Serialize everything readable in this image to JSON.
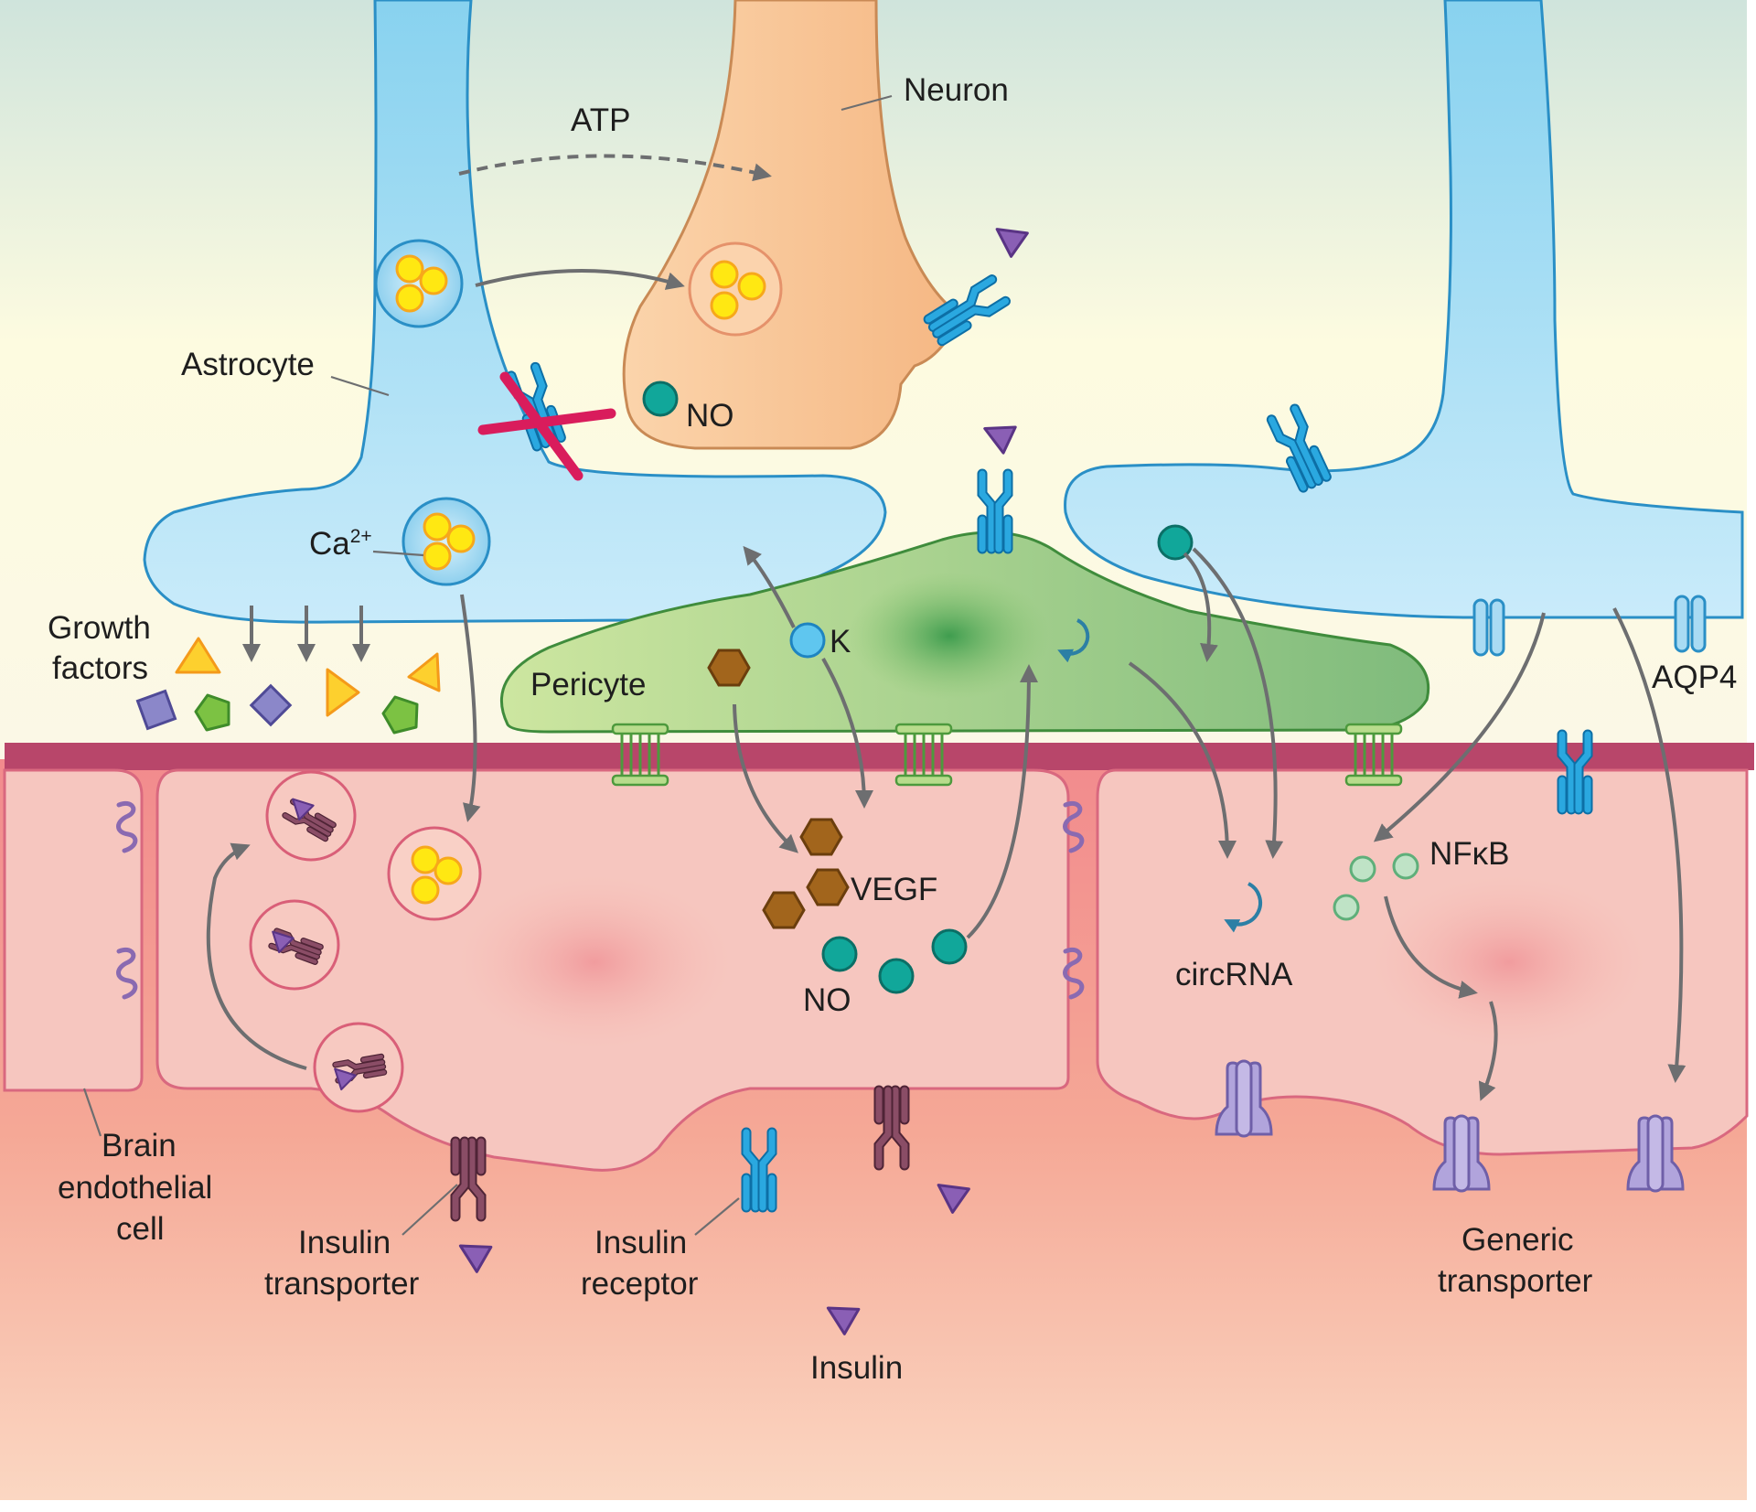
{
  "labels": {
    "neuron": "Neuron",
    "atp": "ATP",
    "astrocyte": "Astrocyte",
    "no_neuron": "NO",
    "ca_base": "Ca",
    "ca_charge": "2+",
    "growth_factors_line1": "Growth",
    "growth_factors_line2": "factors",
    "pericyte": "Pericyte",
    "potassium": "K",
    "vegf": "VEGF",
    "no_endothelial": "NO",
    "circrna": "circRNA",
    "nfkb": "NFκB",
    "aqp4": "AQP4",
    "brain_endothelial_line1": "Brain",
    "brain_endothelial_line2": "endothelial",
    "brain_endothelial_line3": "cell",
    "insulin_transporter_line1": "Insulin",
    "insulin_transporter_line2": "transporter",
    "insulin_receptor_line1": "Insulin",
    "insulin_receptor_line2": "receptor",
    "insulin": "Insulin",
    "generic_transporter_line1": "Generic",
    "generic_transporter_line2": "transporter"
  },
  "colors": {
    "astrocyte": "#b7e1f5",
    "neuron": "#f8c797",
    "pericyte": "#a6cf7c",
    "endothelial": "#f6c6bf",
    "basement_membrane": "#b8466a",
    "receptor_blue": "#1e9fd9",
    "insulin_transporter": "#7a4257",
    "generic_transporter": "#a89bd3",
    "insulin": "#7d53a6",
    "no": "#10a497",
    "vegf": "#9a5f1a",
    "inhibition_cross": "#d91c5c"
  }
}
